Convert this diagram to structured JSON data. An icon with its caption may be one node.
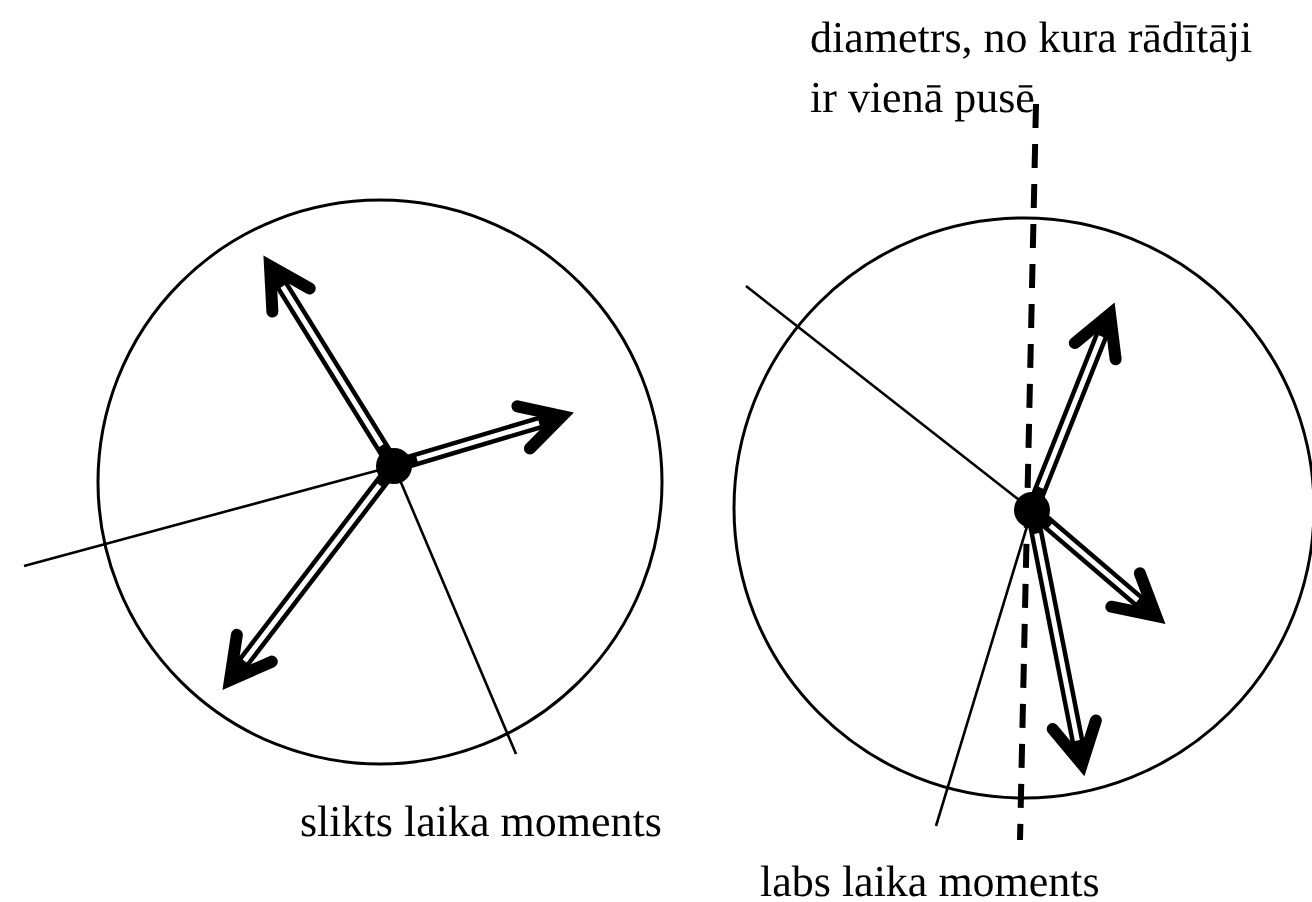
{
  "diagram": {
    "labels": [
      "diametrs, no kura rādītāji ir vienā pusē",
      "slikts laika moments",
      "labs laika moments"
    ]
  }
}
